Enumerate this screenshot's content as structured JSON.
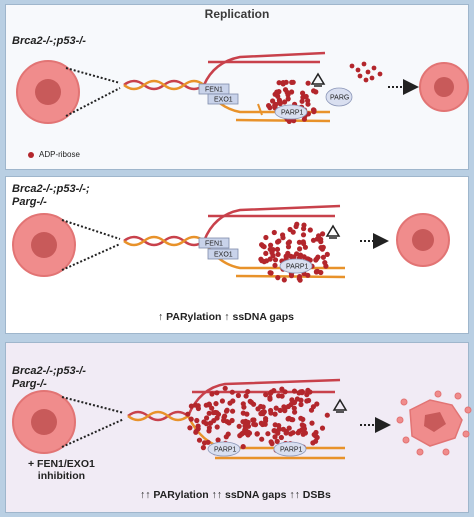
{
  "panel1": {
    "title": "Replication",
    "genotype": "Brca2-/-;p53-/-",
    "legend_label": "ADP-ribose",
    "enzymes": [
      "FEN1",
      "EXO1"
    ],
    "parp_label": "PARP1",
    "parg_label": "PARG"
  },
  "panel2": {
    "genotype_line1": "Brca2-/-;p53-/-;",
    "genotype_line2": "Parg-/-",
    "enzymes": [
      "FEN1",
      "EXO1"
    ],
    "parp_label": "PARP1",
    "effects": "↑ PARylation ↑ ssDNA gaps"
  },
  "panel3": {
    "genotype_line1": "Brca2-/-;p53-/-",
    "genotype_line2": "Parg-/-",
    "parp_labels": [
      "PARP1",
      "PARP1"
    ],
    "treatment_line1": "+ FEN1/EXO1",
    "treatment_line2": "inhibition",
    "effects": "↑↑ PARylation ↑↑ ssDNA gaps ↑↑ DSBs"
  },
  "colors": {
    "dna_red": "#c8414b",
    "dna_orange": "#e8922a",
    "adp_ribose": "#b3262c",
    "cell": "#f08c8c",
    "nucleus": "#c85a5a",
    "enzyme_box": "#c9d3ea"
  }
}
